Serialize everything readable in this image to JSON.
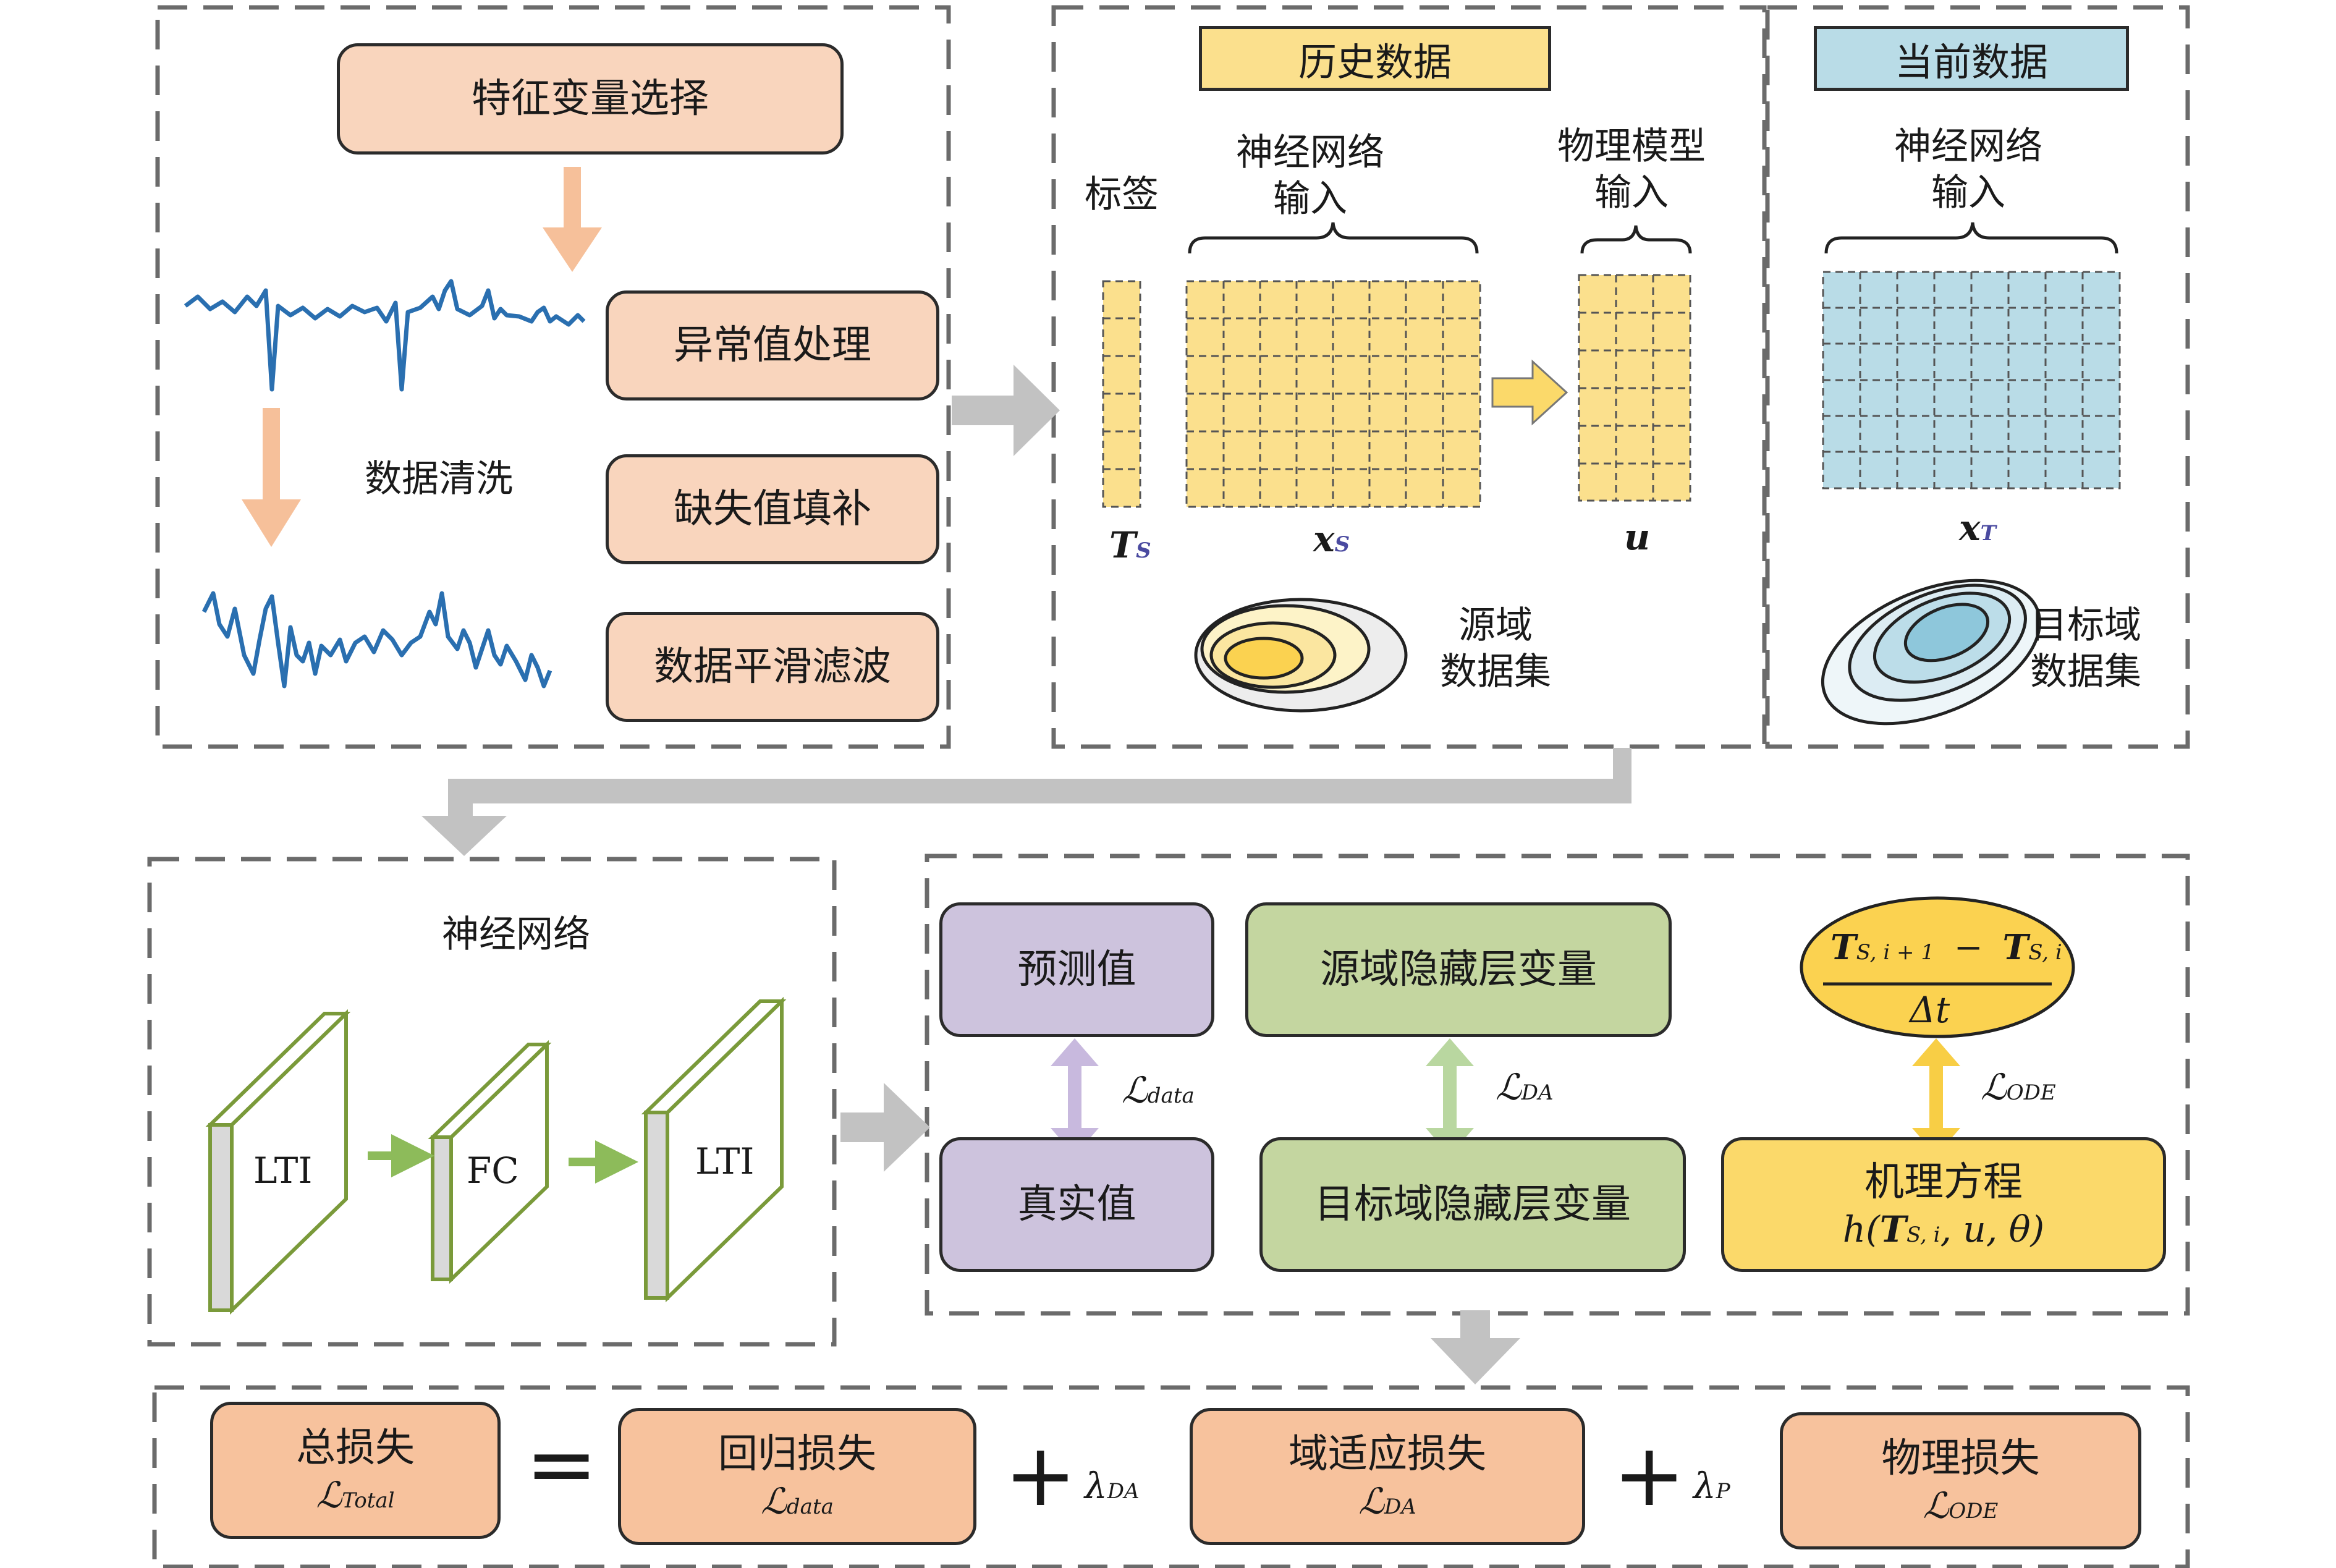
{
  "colors": {
    "dash": "#6b6b6b",
    "orange_fill": "#f9d5bd",
    "orange_strong": "#f7c29d",
    "purple_fill": "#cdc3dd",
    "green_fill": "#c4d6a0",
    "yellow_fill": "#fbd96a",
    "history_grid": "#fbe08d",
    "current_grid": "#b9dce7",
    "signal": "#2a6fb0",
    "gray_arrow": "#c2c2c2",
    "layer_green": "#7a9a3a"
  },
  "preprocess": {
    "feature_selection": "特征变量选择",
    "data_cleaning": "数据清洗",
    "outlier": "异常值处理",
    "missing": "缺失值填补",
    "smoothing": "数据平滑滤波"
  },
  "history": {
    "title": "历史数据",
    "label": "标签",
    "nn_input_line1": "神经网络",
    "nn_input_line2": "输入",
    "phys_input_line1": "物理模型",
    "phys_input_line2": "输入",
    "sym_T": "T",
    "sym_T_sub": "S",
    "sym_x": "x",
    "sym_x_sub": "S",
    "sym_u": "u",
    "source_line1": "源域",
    "source_line2": "数据集"
  },
  "current": {
    "title": "当前数据",
    "nn_input_line1": "神经网络",
    "nn_input_line2": "输入",
    "sym_x": "x",
    "sym_x_sub": "T",
    "target_line1": "目标域",
    "target_line2": "数据集"
  },
  "network": {
    "title": "神经网络",
    "layer1": "LTI",
    "layer2": "FC",
    "layer3": "LTI"
  },
  "losses": {
    "predicted": "预测值",
    "actual": "真实值",
    "L_data": "ℒ",
    "L_data_sub": "data",
    "source_hidden": "源域隐藏层变量",
    "target_hidden": "目标域隐藏层变量",
    "L_DA": "ℒ",
    "L_DA_sub": "DA",
    "frac_num_T1": "T",
    "frac_num_sub1": "S, i + 1",
    "frac_minus": "−",
    "frac_num_T2": "T",
    "frac_num_sub2": "S, i",
    "frac_den": "Δt",
    "L_ODE": "ℒ",
    "L_ODE_sub": "ODE",
    "mechanism_line1": "机理方程",
    "mechanism_h": "h(",
    "mechanism_T": "T",
    "mechanism_T_sub": "S, i",
    "mechanism_rest": ", u, θ)"
  },
  "total": {
    "total_loss": "总损失",
    "L_total": "ℒ",
    "L_total_sub": "Total",
    "equals": "=",
    "regression_loss": "回归损失",
    "L_data": "ℒ",
    "L_data_sub": "data",
    "plus1": "+",
    "lambda_DA": "λ",
    "lambda_DA_sub": "DA",
    "domain_loss": "域适应损失",
    "L_DA": "ℒ",
    "L_DA_sub": "DA",
    "plus2": "+",
    "lambda_P": "λ",
    "lambda_P_sub": "P",
    "physics_loss": "物理损失",
    "L_ODE": "ℒ",
    "L_ODE_sub": "ODE"
  }
}
